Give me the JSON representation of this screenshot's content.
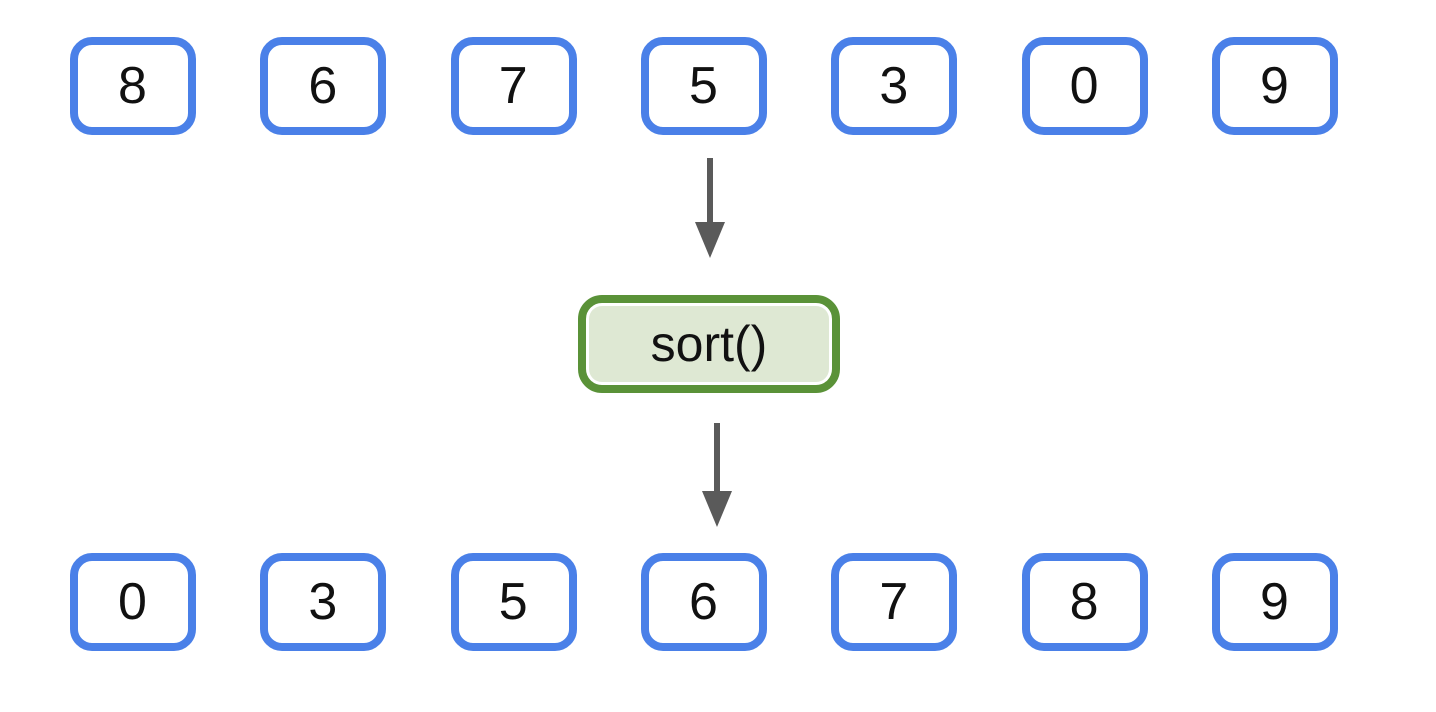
{
  "diagram": {
    "input_row": {
      "values": [
        "8",
        "6",
        "7",
        "5",
        "3",
        "0",
        "9"
      ]
    },
    "operation": {
      "label": "sort()"
    },
    "output_row": {
      "values": [
        "0",
        "3",
        "5",
        "6",
        "7",
        "8",
        "9"
      ]
    },
    "icons": {
      "arrow": "arrow-down-icon"
    },
    "colors": {
      "item_border": "#4a80e8",
      "operation_border": "#5a9238",
      "operation_fill": "#dee8d3",
      "arrow": "#5a5a5a",
      "text": "#111111",
      "background": "#ffffff"
    }
  }
}
